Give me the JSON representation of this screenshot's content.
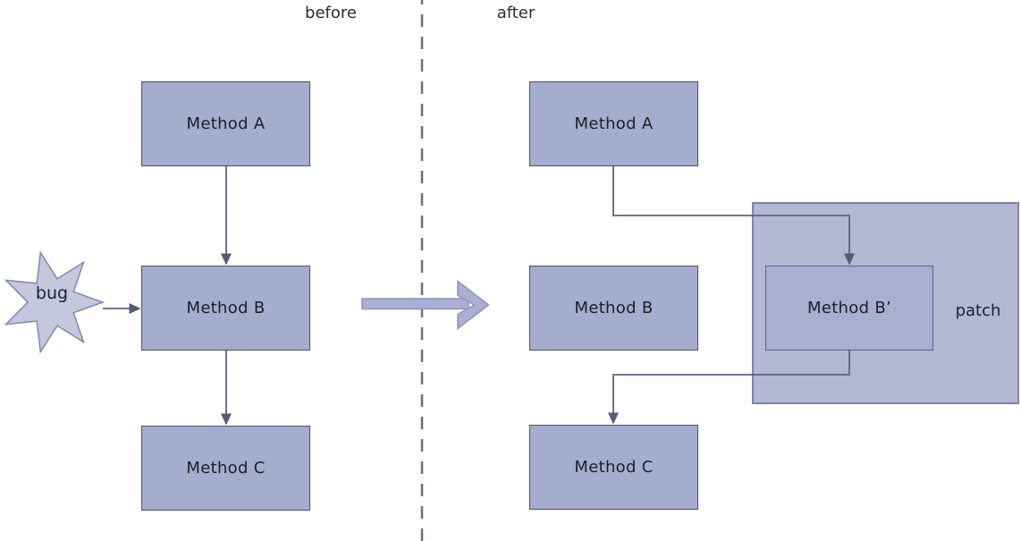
{
  "header": {
    "before_label": "before",
    "after_label": "after"
  },
  "before": {
    "method_a": "Method A",
    "method_b": "Method B",
    "method_c": "Method C",
    "bug_label": "bug"
  },
  "after": {
    "method_a": "Method A",
    "method_b": "Method B",
    "method_c": "Method C",
    "method_b_patched": "Method B’",
    "patch_label": "patch"
  },
  "colors": {
    "box_fill": "#a5adce",
    "box_border": "#4c4f6d",
    "patched_box_fill": "#a8afd0",
    "patch_region_fill": "#b3b9d3",
    "patch_region_border": "#7d84a8",
    "bug_star_fill": "#c3c8dd",
    "bug_star_border": "#8289ab",
    "connector": "#5f6380",
    "transition_arrow_fill": "#a9b1d3",
    "transition_arrow_border": "#8d94ba",
    "divider": "#6b6f87",
    "text": "#1d1e26"
  }
}
